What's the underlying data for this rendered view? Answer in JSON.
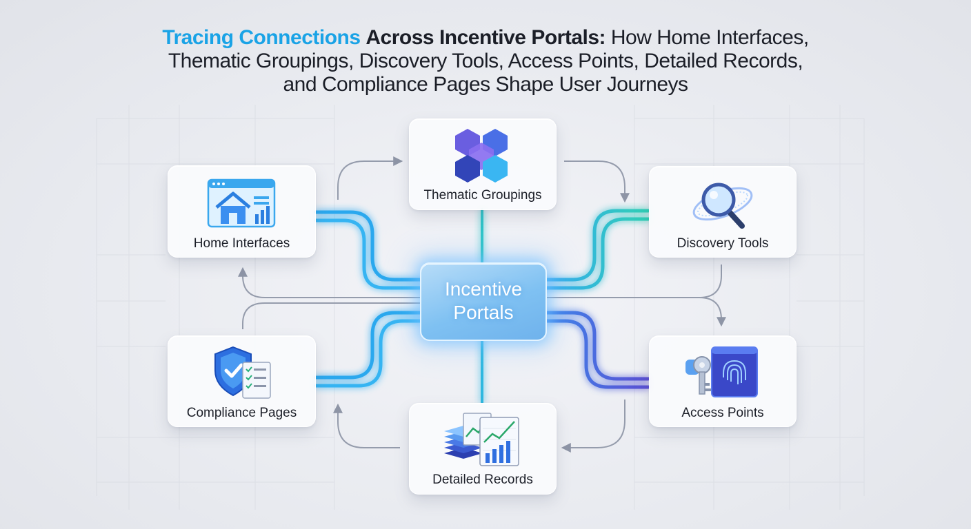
{
  "title": {
    "part1": "Tracing Connections",
    "part2": "Across Incentive Portals:",
    "part3": "How Home Interfaces,",
    "line2": "Thematic Groupings, Discovery Tools, Access Points, Detailed Records,",
    "line3": "and Compliance Pages Shape User Journeys"
  },
  "hub": {
    "line1": "Incentive",
    "line2": "Portals"
  },
  "nodes": {
    "home": {
      "label": "Home Interfaces",
      "icon": "home-window-icon"
    },
    "thematic": {
      "label": "Thematic Groupings",
      "icon": "hexagon-cluster-icon"
    },
    "discovery": {
      "label": "Discovery Tools",
      "icon": "magnifier-orbit-icon"
    },
    "compliance": {
      "label": "Compliance Pages",
      "icon": "shield-checklist-icon"
    },
    "records": {
      "label": "Detailed Records",
      "icon": "stacked-charts-icon"
    },
    "access": {
      "label": "Access Points",
      "icon": "key-fingerprint-icon"
    }
  },
  "colors": {
    "title_highlight": "#1aa3e6",
    "connector_blue": "#2aa8ee",
    "connector_teal": "#2cc3b8",
    "connector_indigo": "#5b57d6",
    "hub": "#7fc1f2"
  }
}
